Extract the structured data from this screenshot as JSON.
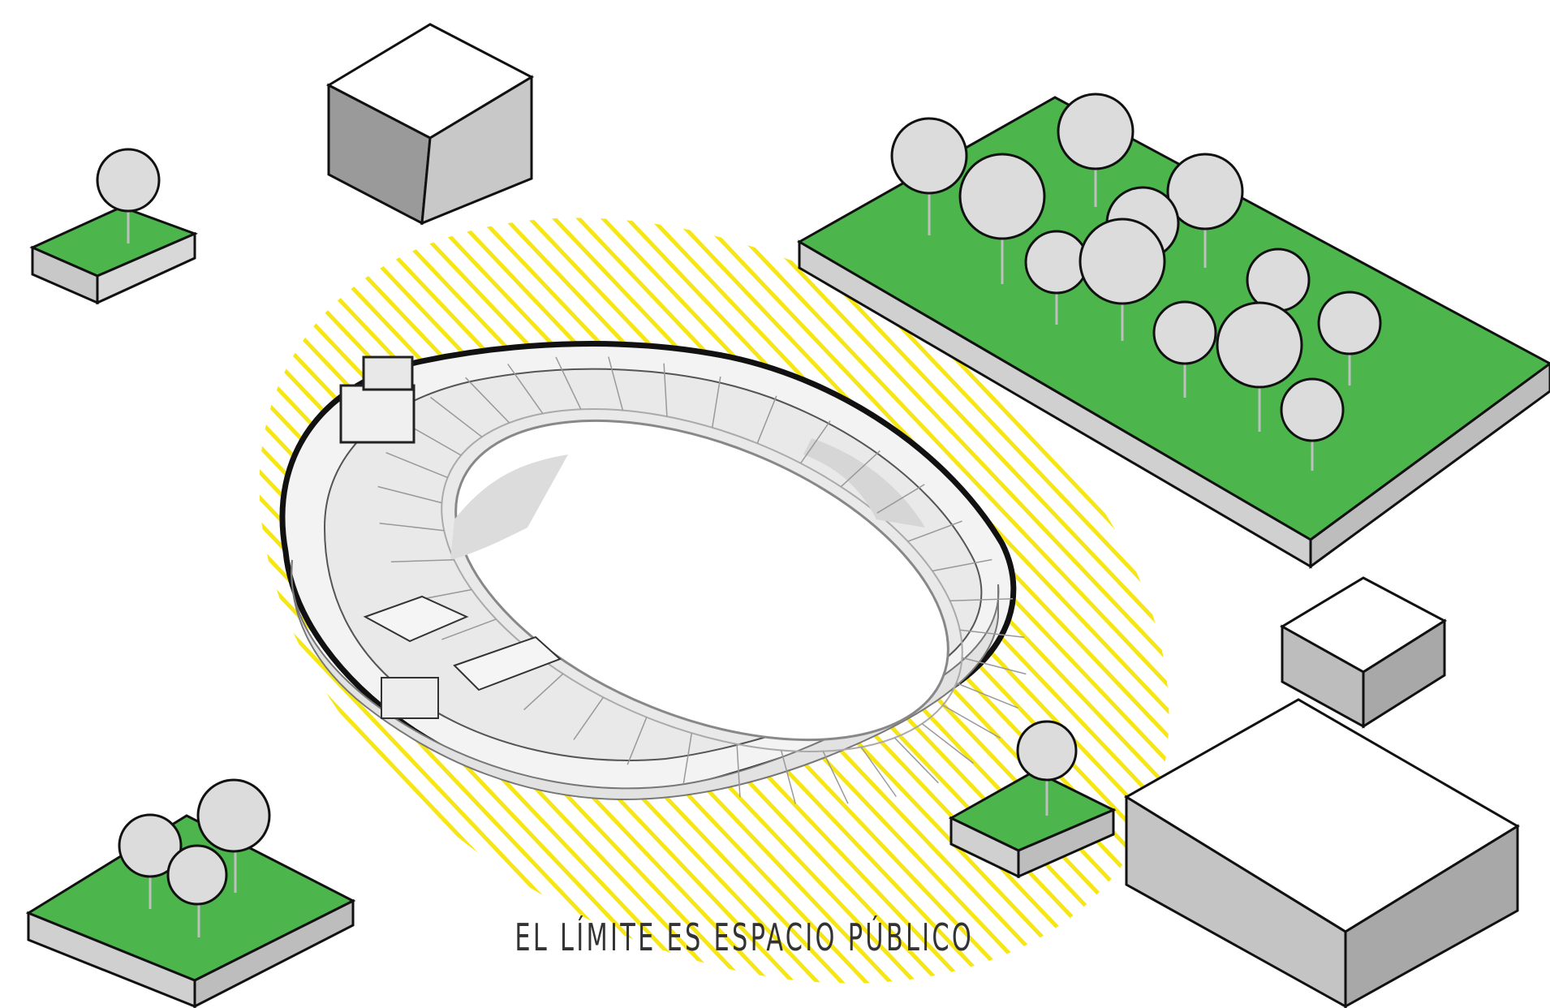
{
  "caption": "EL LÍMITE ES ESPACIO PÚBLICO",
  "colors": {
    "boundary_stripes": "#f7e616",
    "park_green": "#4cb54c",
    "building_top": "#ffffff",
    "building_side_dark": "#9a9a9a",
    "building_side_light": "#c8c8c8",
    "tree_canopy": "#dcdcdc",
    "outline": "#111111",
    "stadium_fill": "#efefef",
    "field": "#ffffff"
  },
  "scene_elements": {
    "central": "stadium",
    "surroundings": [
      "buildings",
      "parks-with-trees",
      "public-space-boundary"
    ]
  },
  "icons": [
    "tree-icon",
    "building-icon",
    "stadium-icon",
    "park-icon"
  ]
}
